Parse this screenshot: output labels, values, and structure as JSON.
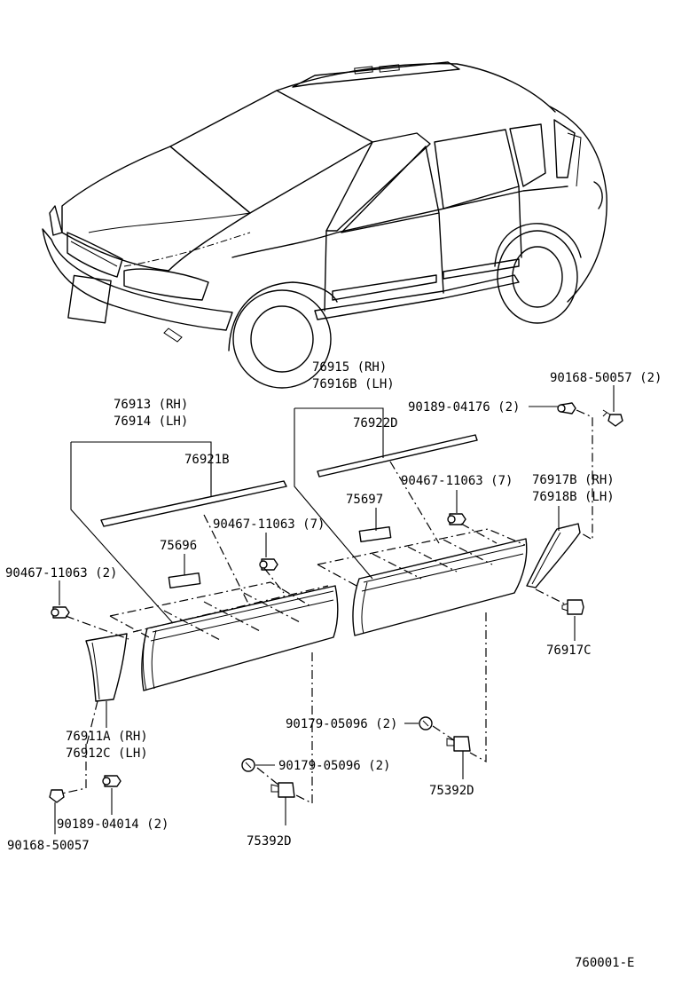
{
  "diagram_id": "760001-E",
  "labels": {
    "l76913": "76913 (RH)",
    "l76914": "76914 (LH)",
    "l76921B": "76921B",
    "l76915": "76915   (RH)",
    "l76916B": "76916B (LH)",
    "l76922D": "76922D",
    "l90189_04176": "90189-04176 (2)",
    "l90168_50057_2": "90168-50057 (2)",
    "l90467_11063_7a": "90467-11063 (7)",
    "l90467_11063_7b": "90467-11063 (7)",
    "l90467_11063_2": "90467-11063 (2)",
    "l75696": "75696",
    "l75697": "75697",
    "l76917B": "76917B (RH)",
    "l76918B": "76918B (LH)",
    "l76917C": "76917C",
    "l76911A": "76911A (RH)",
    "l76912C": "76912C (LH)",
    "l90179_05096a": "90179-05096 (2)",
    "l90179_05096b": "90179-05096 (2)",
    "l75392Da": "75392D",
    "l75392Db": "75392D",
    "l90189_04014": "90189-04014 (2)",
    "l90168_50057": "90168-50057"
  }
}
